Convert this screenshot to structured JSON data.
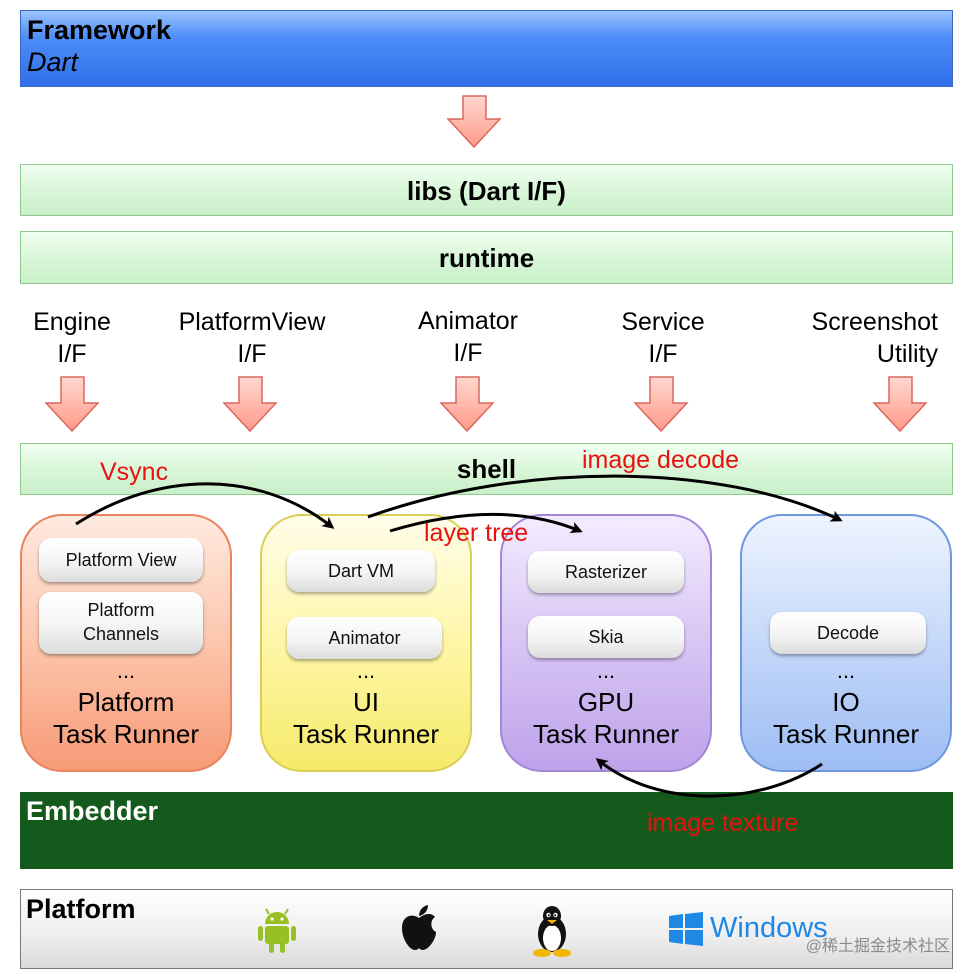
{
  "framework": {
    "title": "Framework",
    "subtitle": "Dart"
  },
  "libs": "libs (Dart I/F)",
  "runtime": "runtime",
  "interfaces": [
    {
      "line1": "Engine",
      "line2": "I/F"
    },
    {
      "line1": "PlatformView",
      "line2": "I/F"
    },
    {
      "line1": "Animator",
      "line2": "I/F"
    },
    {
      "line1": "Service",
      "line2": "I/F"
    },
    {
      "line1": "Screenshot",
      "line2": "Utility"
    }
  ],
  "shell": "shell",
  "flows": {
    "vsync": "Vsync",
    "image_decode": "image decode",
    "layer_tree": "layer tree",
    "image_texture": "image texture"
  },
  "runners": [
    {
      "name": "Platform",
      "suffix": "Task Runner",
      "items": [
        "Platform View",
        "Platform\nChannels"
      ],
      "dots": "...",
      "color": "#f9b49a"
    },
    {
      "name": "UI",
      "suffix": "Task Runner",
      "items": [
        "Dart VM",
        "Animator"
      ],
      "dots": "...",
      "color": "#fbf3a0"
    },
    {
      "name": "GPU",
      "suffix": "Task Runner",
      "items": [
        "Rasterizer",
        "Skia"
      ],
      "dots": "...",
      "color": "#cdb6ef"
    },
    {
      "name": "IO",
      "suffix": "Task Runner",
      "items": [
        "Decode"
      ],
      "dots": "...",
      "color": "#b2ccf6"
    }
  ],
  "embedder": "Embedder",
  "platform": {
    "title": "Platform",
    "os_icons": [
      "android-icon",
      "apple-icon",
      "linux-icon",
      "windows-icon"
    ],
    "windows_label": "Windows"
  },
  "watermark": "@稀土掘金技术社区",
  "colors": {
    "framework_blue": "#2f6fe8",
    "green_bar": "#d6f5d6",
    "embedder_green": "#145a1d",
    "flow_red": "#e8110f",
    "arrow_fill": "#ffb6ac"
  }
}
